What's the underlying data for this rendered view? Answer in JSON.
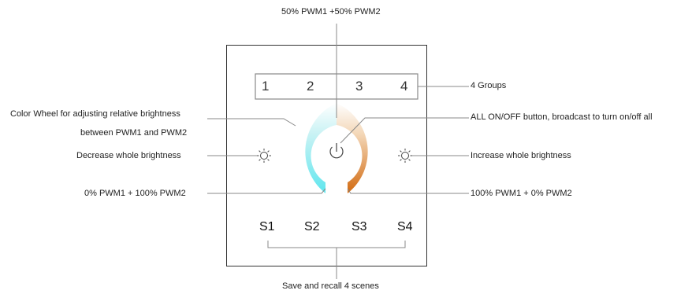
{
  "annotations": {
    "top": "50% PWM1 +50% PWM2",
    "color_wheel_line1": "Color Wheel for adjusting relative brightness",
    "color_wheel_line2": "between  PWM1 and PWM2",
    "decrease": "Decrease whole brightness",
    "zero_pwm1": "0% PWM1 + 100% PWM2",
    "groups": "4 Groups",
    "all_on_off": "ALL ON/OFF button, broadcast to turn on/off all",
    "increase": "Increase whole brightness",
    "hundred_pwm1": "100% PWM1 + 0% PWM2",
    "scenes": "Save and recall 4 scenes"
  },
  "panel": {
    "groups": [
      "1",
      "2",
      "3",
      "4"
    ],
    "scenes": [
      "S1",
      "S2",
      "S3",
      "S4"
    ]
  },
  "colors": {
    "wheel_cool": "#5ee6ee",
    "wheel_white": "#ffffff",
    "wheel_warm": "#d26a10",
    "line": "#888888",
    "border": "#333333"
  }
}
